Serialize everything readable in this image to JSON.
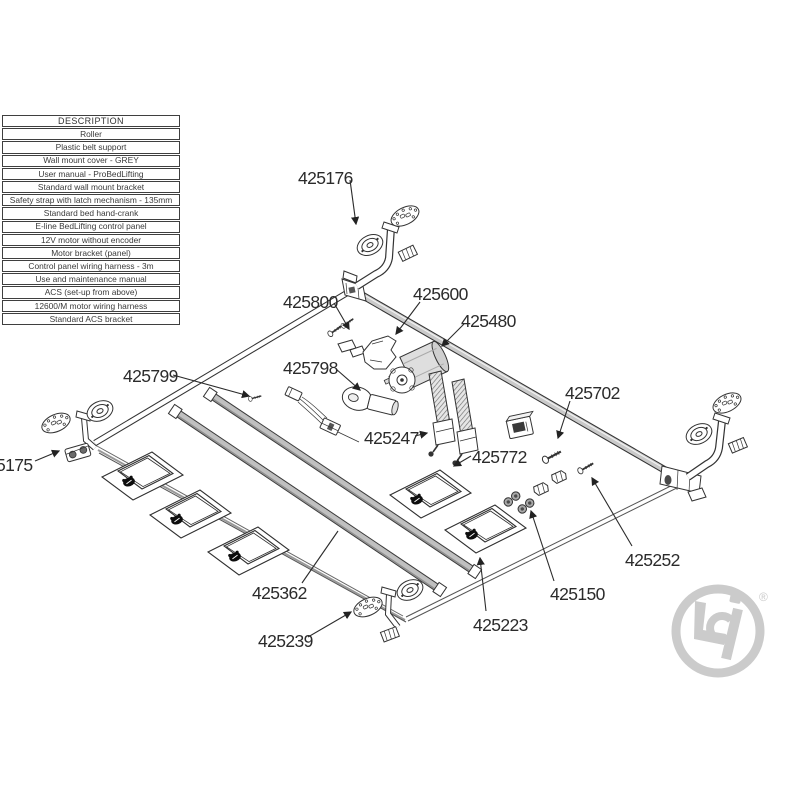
{
  "parts_table": {
    "header": "DESCRIPTION",
    "rows": [
      "Roller",
      "Plastic belt support",
      "Wall mount cover - GREY",
      "User manual - ProBedLifting",
      "Standard wall mount bracket",
      "Safety strap with latch mechanism - 135mm",
      "Standard bed hand-crank",
      "E-line BedLifting control panel",
      "12V motor without encoder",
      "Motor bracket (panel)",
      "Control panel wiring harness - 3m",
      "Use and maintenance manual",
      "ACS (set-up from above)",
      "12600/M motor wiring harness",
      "Standard ACS bracket"
    ]
  },
  "diagram": {
    "labels": [
      {
        "text": "425176"
      },
      {
        "text": "425800"
      },
      {
        "text": "425600"
      },
      {
        "text": "425480"
      },
      {
        "text": "425798"
      },
      {
        "text": "425799"
      },
      {
        "text": "425702"
      },
      {
        "text": "425247"
      },
      {
        "text": "425772"
      },
      {
        "text": "5175"
      },
      {
        "text": "425362"
      },
      {
        "text": "425239"
      },
      {
        "text": "425223"
      },
      {
        "text": "425150"
      },
      {
        "text": "425252"
      }
    ]
  },
  "watermark": {
    "logo_name": "lci-logo",
    "registered_mark": "®"
  },
  "colors": {
    "line": "#333333",
    "label_text": "#2b2b2b",
    "rail_gray": "#c0c0c0",
    "watermark_gray": "#cbcbcb"
  }
}
